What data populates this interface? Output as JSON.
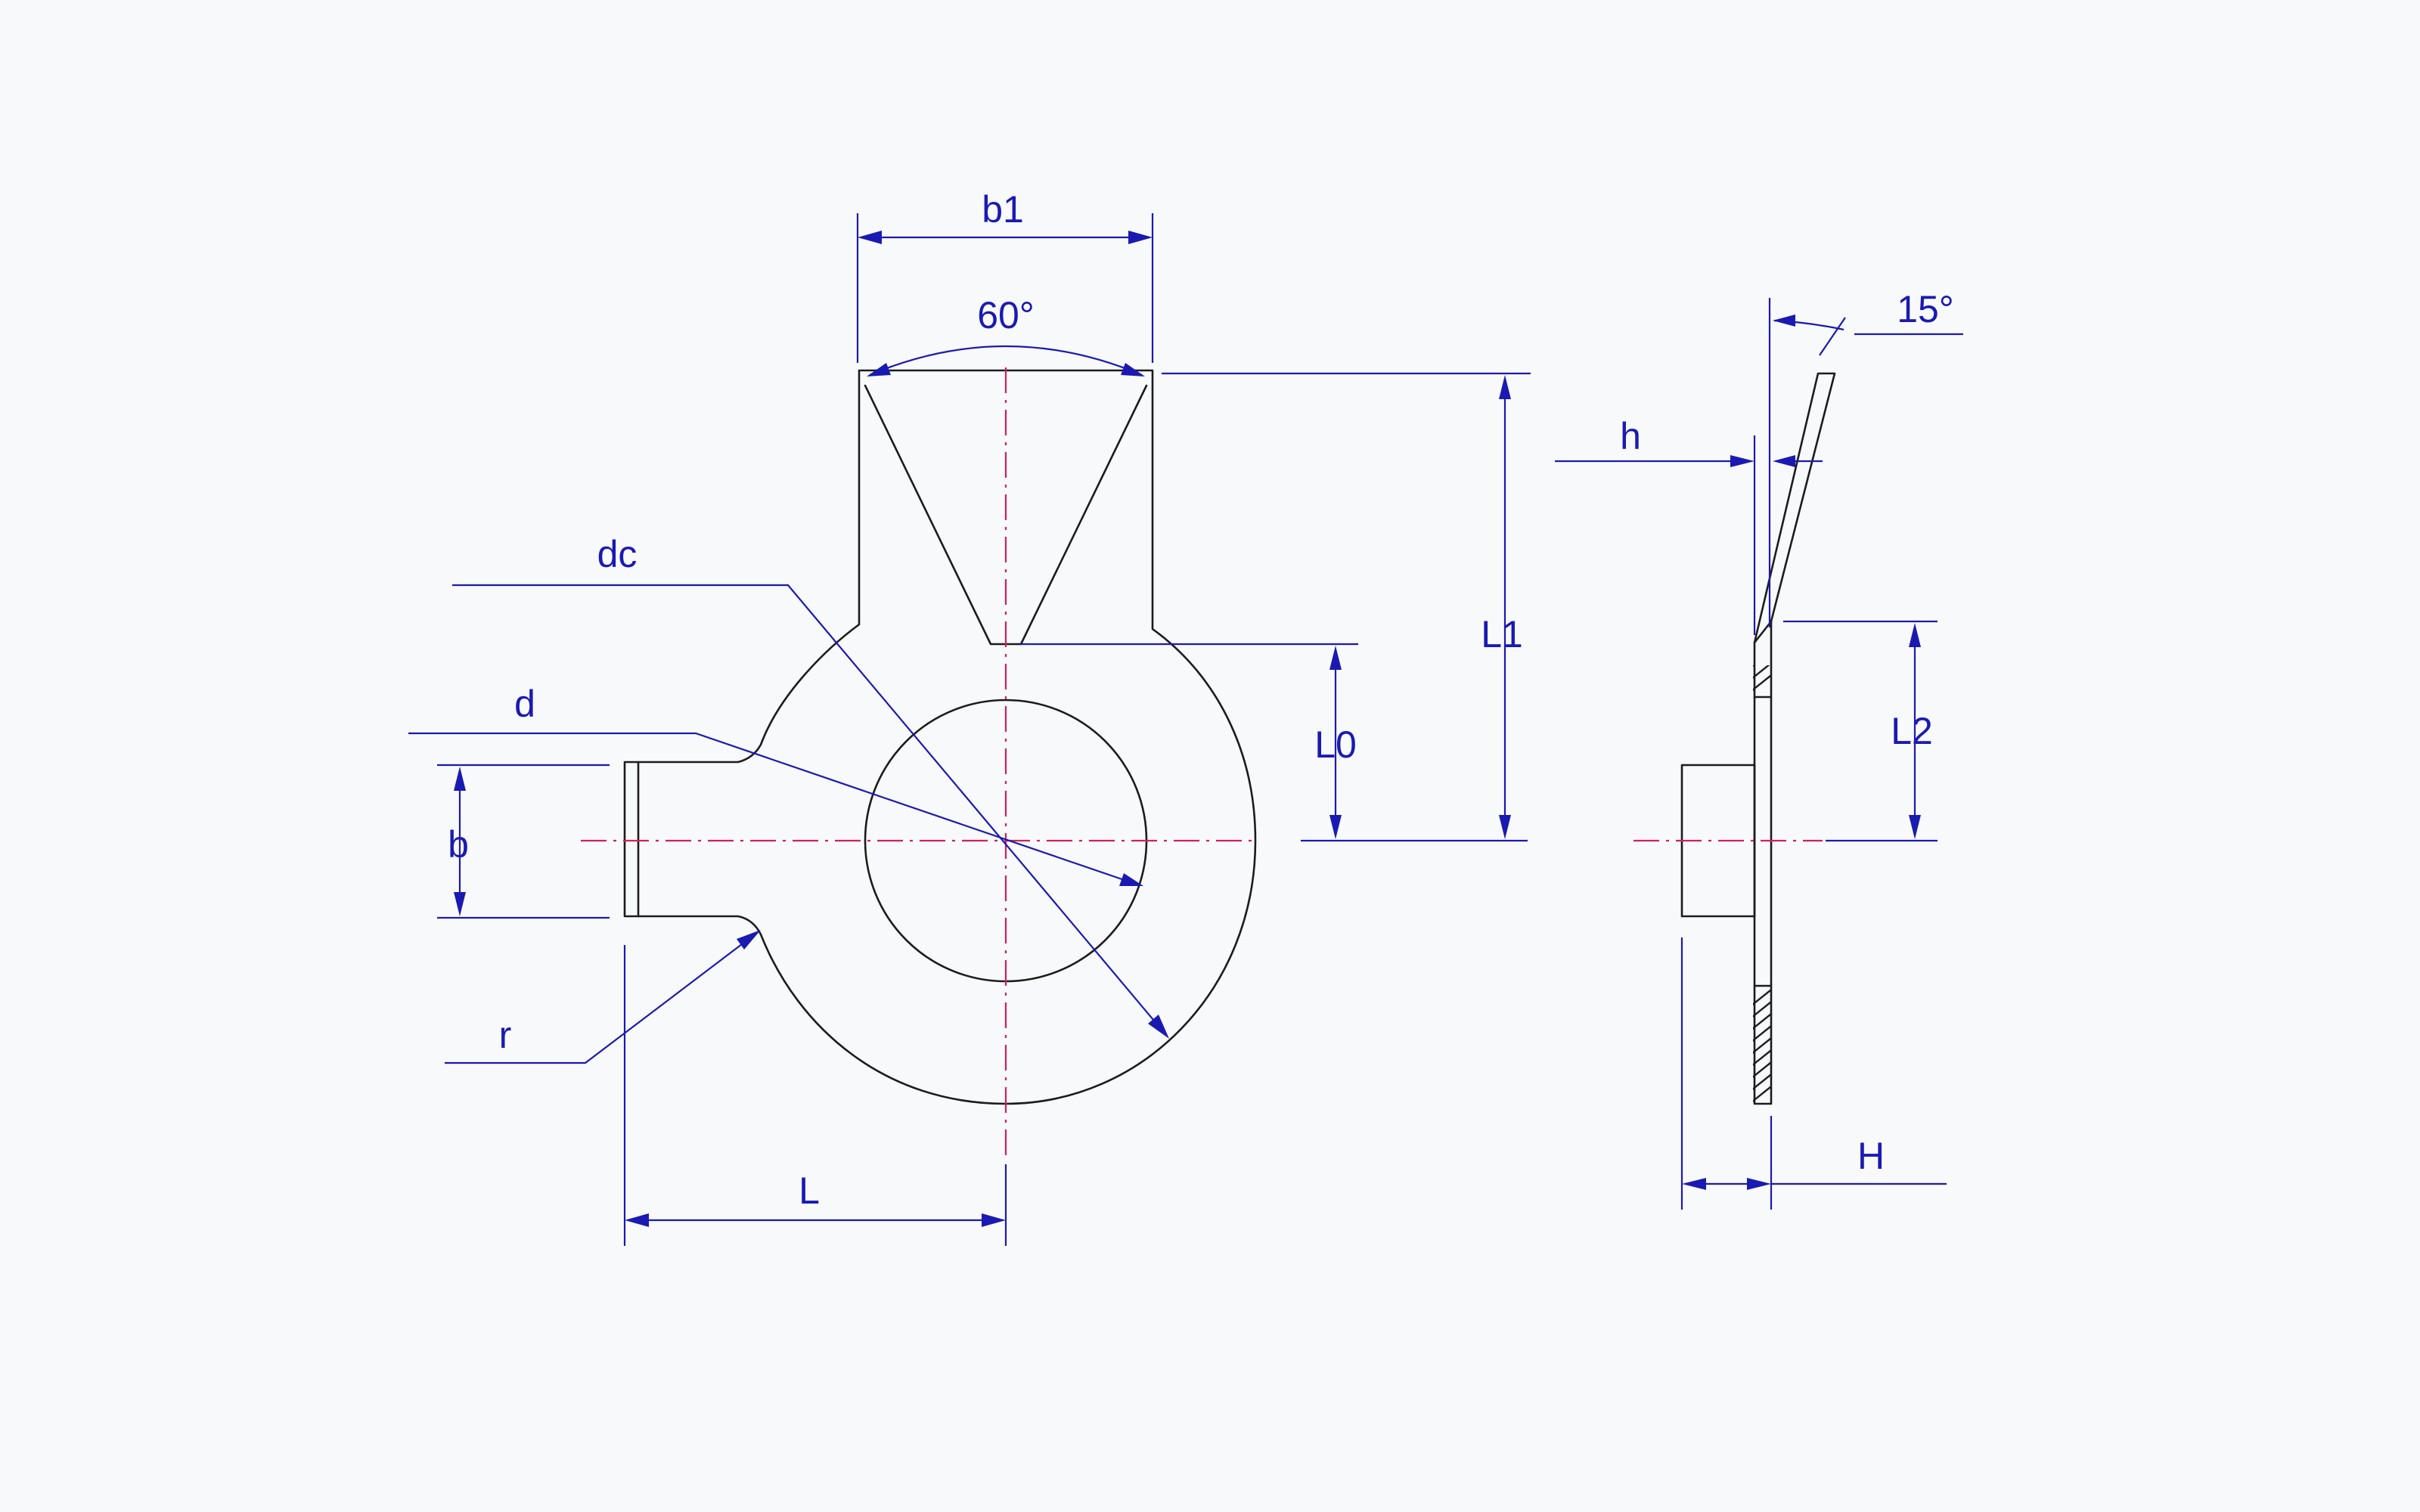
{
  "labels": {
    "b1": "b1",
    "angle_60": "60°",
    "dc": "dc",
    "d": "d",
    "b": "b",
    "r": "r",
    "L": "L",
    "L0": "L0",
    "L1": "L1",
    "h": "h",
    "angle_15": "15°",
    "L2": "L2",
    "H": "H"
  },
  "colors": {
    "outline": "#1c1c1c",
    "centerline": "#d2205a",
    "dimension": "#1a1ab2",
    "background": "#f8f9fb"
  }
}
